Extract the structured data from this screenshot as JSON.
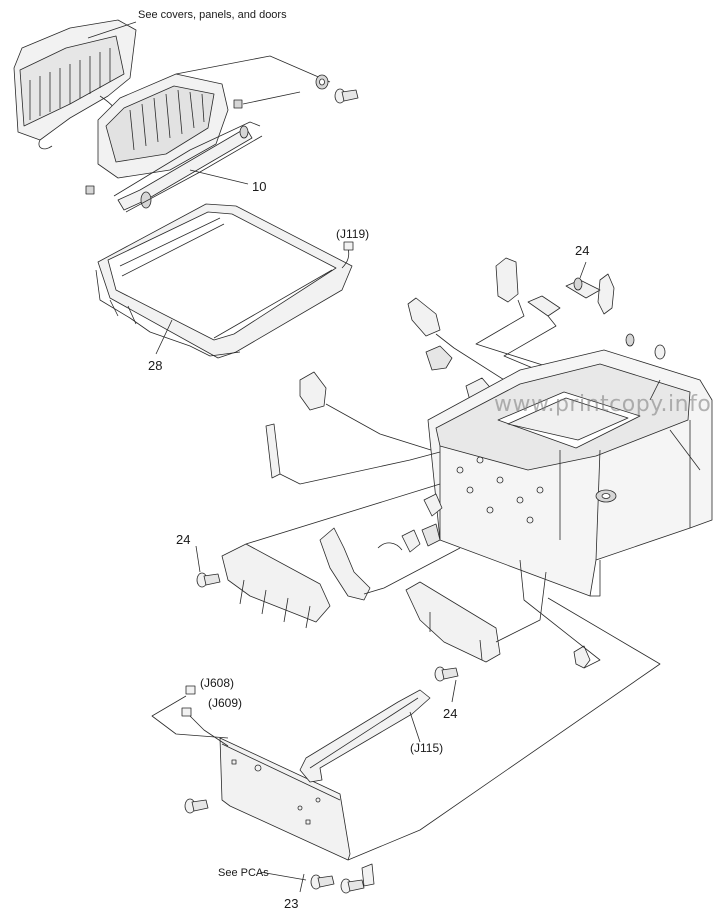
{
  "labels": {
    "covers_note": "See covers, panels, and doors",
    "pcas_note": "See PCAs",
    "part_10": "10",
    "part_28": "28",
    "part_24_top": "24",
    "part_24_left": "24",
    "part_24_bottom": "24",
    "part_23": "23",
    "conn_j119": "(J119)",
    "conn_j608": "(J608)",
    "conn_j609": "(J609)",
    "conn_j115": "(J115)"
  },
  "watermark": "www.printcopy.info",
  "colors": {
    "line": "#2a2a2a",
    "fill": "#f2f2f2",
    "shade": "#d6d6d6"
  }
}
